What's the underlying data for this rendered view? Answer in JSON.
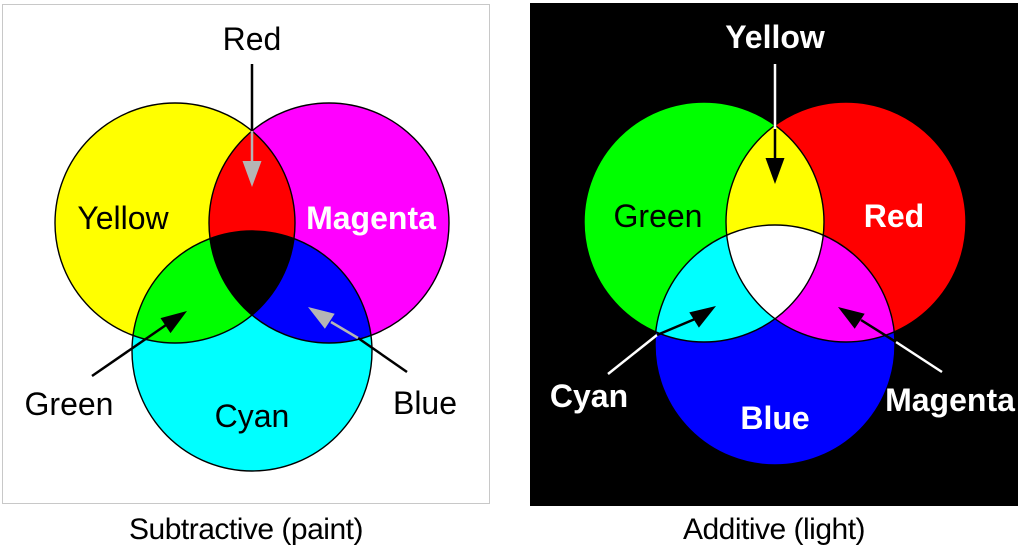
{
  "figure": {
    "left": {
      "caption": "Subtractive (paint)",
      "labels": {
        "top": "Red",
        "left_circle": "Yellow",
        "right_circle": "Magenta",
        "bottom_left": "Green",
        "bottom_circle": "Cyan",
        "bottom_right": "Blue"
      }
    },
    "right": {
      "caption": "Additive (light)",
      "labels": {
        "top": "Yellow",
        "left_circle": "Green",
        "right_circle": "Red",
        "bottom_left": "Cyan",
        "bottom_circle": "Blue",
        "bottom_right": "Magenta"
      }
    }
  },
  "colors": {
    "yellow": "#ffff00",
    "magenta": "#ff00ff",
    "cyan": "#00ffff",
    "red": "#ff0000",
    "green": "#00ff00",
    "blue": "#0000ff",
    "black": "#000000",
    "white": "#ffffff",
    "gray_arrow": "#b5b5b5",
    "panel_border": "#c8c8c8"
  }
}
